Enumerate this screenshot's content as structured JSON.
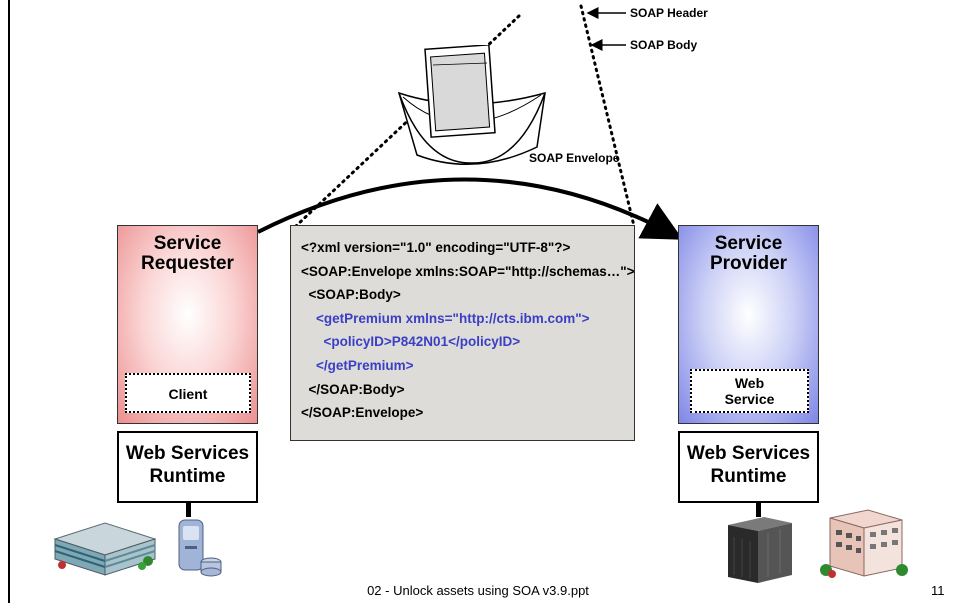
{
  "requester": {
    "title": "Service\nRequester",
    "component": "Client",
    "runtime": "Web Services\nRuntime"
  },
  "provider": {
    "title": "Service\nProvider",
    "component": "Web\nService",
    "runtime": "Web Services\nRuntime"
  },
  "message": {
    "lines": [
      "<?xml version=\"1.0\" encoding=\"UTF-8\"?>",
      "<SOAP:Envelope xmlns:SOAP=\"http://schemas…\">",
      "  <SOAP:Body>",
      "    <getPremium xmlns=\"http://cts.ibm.com\">",
      "      <policyID>P842N01</policyID>",
      "    </getPremium>",
      "  </SOAP:Body>",
      "</SOAP:Envelope>"
    ]
  },
  "labels": {
    "soap_header": "SOAP Header",
    "soap_body": "SOAP Body",
    "soap_envelope": "SOAP Envelope"
  },
  "footer": {
    "text": "02 - Unlock assets using SOA v3.9.ppt",
    "page": "11"
  },
  "colors": {
    "requester": "#ec8f8f",
    "provider": "#7f86e6",
    "xml_highlight": "#3b3fc4",
    "xml_background": "#dddcd9"
  },
  "icons": [
    "building-icon",
    "database-server-icon",
    "mainframe-server-icon",
    "office-building-icon",
    "envelope-icon"
  ]
}
